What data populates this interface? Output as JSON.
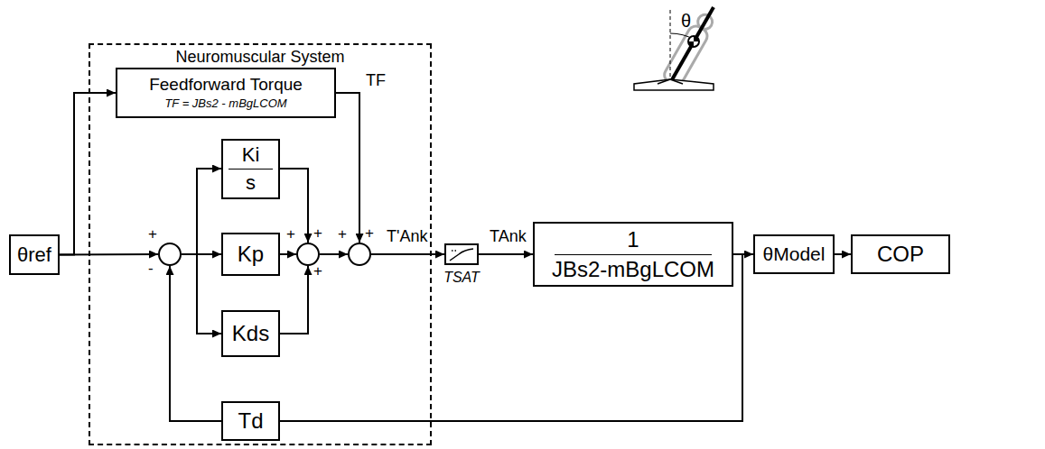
{
  "diagram": {
    "nodes": [
      {
        "text": [
          "θref"
        ]
      },
      {
        "text": [
          "Neuromuscular System"
        ]
      },
      {
        "text": [
          "Feedforward Torque",
          "TF = JBs2 - mBgLCOM"
        ],
        "in": 1
      },
      {
        "text": [
          "+",
          "-"
        ],
        "in": 1
      },
      {
        "text": [
          "Ki",
          "s"
        ],
        "in": 1
      },
      {
        "text": [
          "Kp"
        ],
        "in": 1
      },
      {
        "text": [
          "Kds"
        ],
        "in": 1
      },
      {
        "text": [
          "+",
          "+",
          "+"
        ],
        "in": 1
      },
      {
        "text": [
          "+",
          "+"
        ],
        "in": 1
      },
      {
        "text": [
          "Td"
        ],
        "in": 1
      },
      {
        "text": [
          "TSAT"
        ]
      },
      {
        "text": [
          "1",
          "JBs2-mBgLCOM"
        ]
      },
      {
        "text": [
          "θModel"
        ]
      },
      {
        "text": [
          "COP"
        ]
      }
    ],
    "edges": [
      {
        "from": 0,
        "to": 3,
        "arrow": "to"
      },
      {
        "from": 0,
        "to": 2,
        "arrow": "to"
      },
      {
        "from": 3,
        "to": 4,
        "arrow": "to"
      },
      {
        "from": 3,
        "to": 5,
        "arrow": "to"
      },
      {
        "from": 3,
        "to": 6,
        "arrow": "to"
      },
      {
        "from": 4,
        "to": 7,
        "arrow": "to"
      },
      {
        "from": 5,
        "to": 7,
        "arrow": "to"
      },
      {
        "from": 6,
        "to": 7,
        "arrow": "to"
      },
      {
        "from": 7,
        "to": 8,
        "arrow": "to"
      },
      {
        "from": 2,
        "to": 8,
        "arrow": "to",
        "label": "TF"
      },
      {
        "from": 8,
        "to": 10,
        "arrow": "to",
        "label": "T'Ank"
      },
      {
        "from": 10,
        "to": 11,
        "arrow": "to",
        "label": "TAnk"
      },
      {
        "from": 11,
        "to": 12,
        "arrow": "to"
      },
      {
        "from": 12,
        "to": 13,
        "arrow": "to"
      },
      {
        "from": 11,
        "to": 9,
        "arrow": "none"
      },
      {
        "from": 9,
        "to": 3,
        "arrow": "to"
      }
    ],
    "labels": [
      "θ"
    ]
  }
}
